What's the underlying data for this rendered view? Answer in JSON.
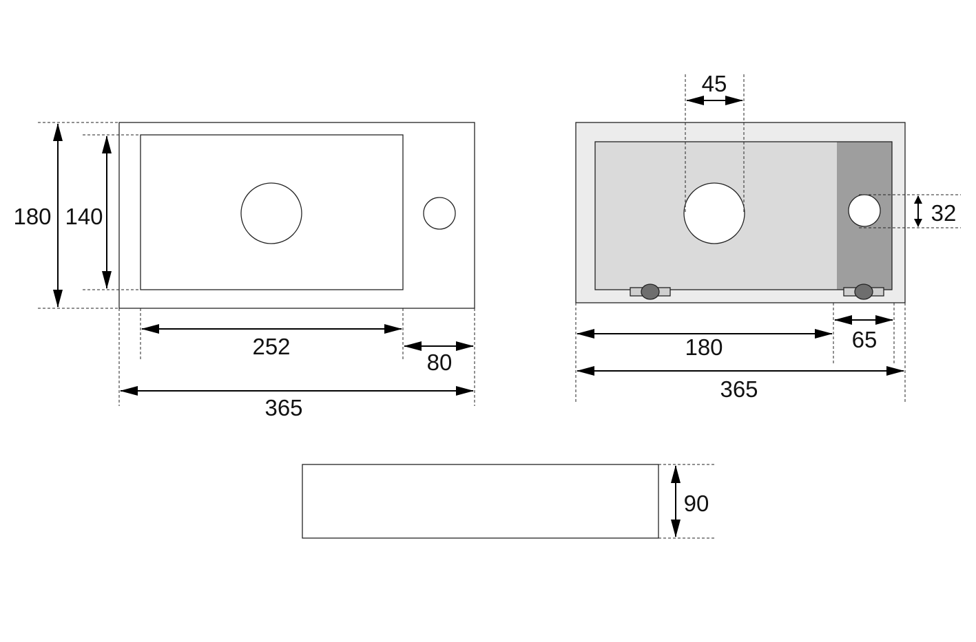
{
  "views": {
    "top_view": {
      "dimensions": {
        "height_outer": "180",
        "height_inner": "140",
        "basin_width": "252",
        "tap_deck_width": "80",
        "total_width": "365"
      }
    },
    "underside_view": {
      "dimensions": {
        "drain_diameter": "45",
        "tap_hole_diameter": "32",
        "basin_offset": "180",
        "tap_offset": "65",
        "total_width": "365"
      }
    },
    "side_view": {
      "dimensions": {
        "depth": "90"
      }
    }
  },
  "colors": {
    "frame": "#ececec",
    "basin": "#dadada",
    "tap_deck": "#9e9e9e",
    "clamp": "#6e6e6e"
  }
}
